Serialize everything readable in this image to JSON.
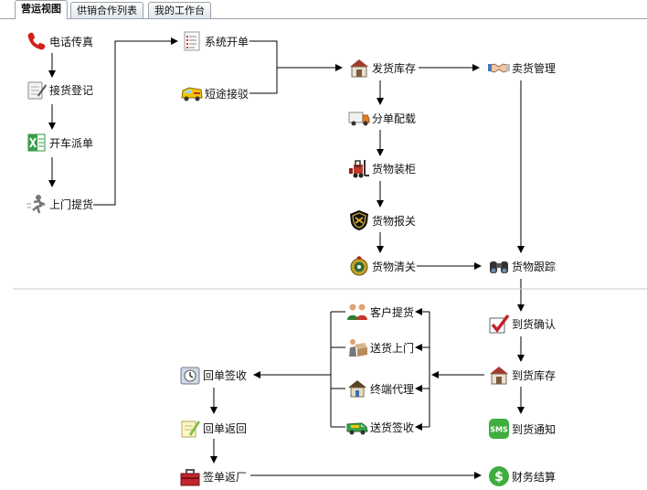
{
  "tabs": [
    {
      "label": "营运视图",
      "active": true
    },
    {
      "label": "供销合作列表",
      "active": false
    },
    {
      "label": "我的工作台",
      "active": false
    }
  ],
  "nodes": {
    "phone_fax": {
      "label": "电话传真",
      "icon": "phone-icon"
    },
    "receive_register": {
      "label": "接货登记",
      "icon": "notepad-pencil-icon"
    },
    "dispatch_truck": {
      "label": "开车派单",
      "icon": "excel-sheet-icon"
    },
    "door_pickup": {
      "label": "上门提货",
      "icon": "running-courier-icon"
    },
    "system_order": {
      "label": "系统开单",
      "icon": "document-list-icon"
    },
    "short_transfer": {
      "label": "短途接驳",
      "icon": "taxi-van-icon"
    },
    "shipping_stock": {
      "label": "发货库存",
      "icon": "warehouse-icon"
    },
    "split_load": {
      "label": "分单配载",
      "icon": "truck-icon"
    },
    "cargo_container": {
      "label": "货物装柜",
      "icon": "forklift-icon"
    },
    "cargo_declare": {
      "label": "货物报关",
      "icon": "customs-badge-icon"
    },
    "cargo_clearance": {
      "label": "货物清关",
      "icon": "emblem-icon"
    },
    "sales_mgmt": {
      "label": "卖货管理",
      "icon": "handshake-icon"
    },
    "cargo_tracking": {
      "label": "货物跟踪",
      "icon": "binoculars-icon"
    },
    "arrival_confirm": {
      "label": "到货确认",
      "icon": "checkbox-check-icon"
    },
    "arrival_stock": {
      "label": "到货库存",
      "icon": "warehouse-icon"
    },
    "arrival_notice": {
      "label": "到货通知",
      "icon": "sms-icon"
    },
    "customer_pickup": {
      "label": "客户提货",
      "icon": "people-icon"
    },
    "delivery_door": {
      "label": "送货上门",
      "icon": "delivery-box-icon"
    },
    "terminal_agent": {
      "label": "终端代理",
      "icon": "house-icon"
    },
    "delivery_sign": {
      "label": "送货签收",
      "icon": "delivery-van-icon"
    },
    "receipt_sign": {
      "label": "回单签收",
      "icon": "clock-folder-icon"
    },
    "receipt_return": {
      "label": "回单返回",
      "icon": "notepad-pencil-icon"
    },
    "sign_return_factory": {
      "label": "签单返厂",
      "icon": "toolbox-icon"
    },
    "finance_settle": {
      "label": "财务结算",
      "icon": "money-icon"
    }
  }
}
